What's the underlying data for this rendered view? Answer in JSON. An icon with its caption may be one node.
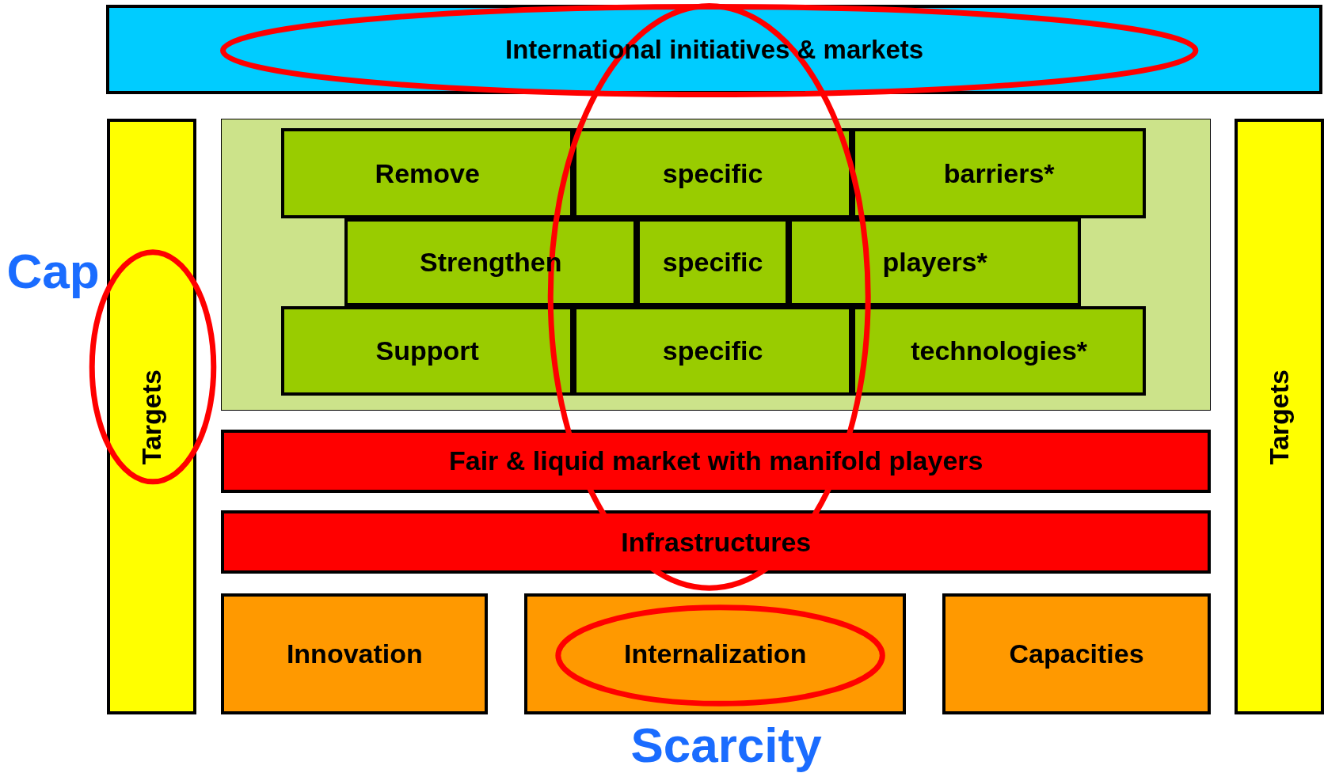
{
  "diagram": {
    "nodes": [
      {
        "text": [
          "International initiatives & markets"
        ]
      },
      {
        "text": [
          "Targets"
        ]
      },
      {
        "text": [],
        "shape": "box"
      },
      {
        "text": [
          "Remove"
        ],
        "in": 2
      },
      {
        "text": [
          "specific"
        ],
        "in": 2
      },
      {
        "text": [
          "barriers*"
        ],
        "in": 2
      },
      {
        "text": [
          "Strengthen"
        ],
        "in": 2
      },
      {
        "text": [
          "specific"
        ],
        "in": 2
      },
      {
        "text": [
          "players*"
        ],
        "in": 2
      },
      {
        "text": [
          "Support"
        ],
        "in": 2
      },
      {
        "text": [
          "specific"
        ],
        "in": 2
      },
      {
        "text": [
          "technologies*"
        ],
        "in": 2
      },
      {
        "text": [
          "Fair & liquid market with manifold players"
        ]
      },
      {
        "text": [
          "Infrastructures"
        ]
      },
      {
        "text": [
          "Innovation"
        ]
      },
      {
        "text": [
          "Internalization"
        ]
      },
      {
        "text": [
          "Capacities"
        ]
      },
      {
        "text": [
          "Targets"
        ]
      }
    ],
    "labels": [
      "Cap",
      "Scarcity"
    ]
  }
}
